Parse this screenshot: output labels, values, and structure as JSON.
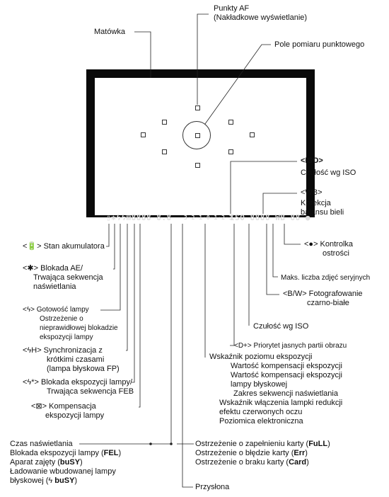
{
  "labels": {
    "af_points": [
      "Punkty AF",
      "(Nakładkowe wyświetlanie)"
    ],
    "focusing_screen": "Matówka",
    "spot_circle": "Pole pomiaru punktowego",
    "iso_symbol": "<ISO>",
    "iso_caption": "Czułość wg ISO",
    "wb_symbol": "<WB>",
    "wb_caption": [
      "Korekcja",
      "balansu bieli"
    ],
    "focus_confirm": [
      "<●> Kontrolka",
      "ostrości"
    ],
    "battery": "<🔋> Stan akumulatora",
    "ae_lock": [
      "<✱> Blokada AE/",
      "Trwająca sekwencja",
      "naświetlania"
    ],
    "flash_ready": [
      "<ϟ> Gotowość lampy",
      "Ostrzeżenie o",
      "nieprawidłowej blokadzie",
      "ekspozycji lampy"
    ],
    "hss": [
      "<ϟH> Synchronizacja z",
      "krótkimi czasami",
      "(lampa błyskowa FP)"
    ],
    "fe_lock": [
      "<ϟ*> Blokada ekspozycji lampy/",
      "Trwająca sekwencja FEB"
    ],
    "flash_comp": [
      "<⊠> Kompensacja",
      "ekspozycji lampy"
    ],
    "max_burst": "Maks. liczba zdjęć seryjnych",
    "monochrome": [
      "<B/W> Fotografowanie",
      "czarno-białe"
    ],
    "iso_speed": "Czułość wg ISO",
    "highlight_priority": "<D+> Priorytet jasnych partii obrazu",
    "exposure_level": [
      "Wskaźnik poziomu ekspozycji",
      "Wartość kompensacji ekspozycji",
      "Wartość kompensacji ekspozycji",
      "lampy błyskowej",
      "Zakres sekwencji naświetlania",
      "Wskaźnik włączenia lampki redukcji",
      "efektu czerwonych oczu",
      "Poziomica elektroniczna"
    ],
    "shutter": [
      "Czas naświetlania",
      "Blokada ekspozycji lampy (",
      "FEL",
      ")",
      "Aparat zajęty (",
      "buSY",
      ")",
      "Ładowanie wbudowanej lampy",
      "błyskowej (ϟ ",
      "buSY",
      ")"
    ],
    "card": [
      "Ostrzeżenie o zapełnieniu karty (",
      "FuLL",
      ")",
      "Ostrzeżenie o błędzie karty (",
      "Err",
      ")",
      "Ostrzeżenie o braku karty (",
      "Card",
      ")"
    ],
    "aperture": "Przysłona"
  },
  "lcd": {
    "left": "▯✱ϟϟ⊠8888 8.8",
    "scale": "3·2·1·0·1·2·3",
    "right": "ISO 8888 WB 88 ●"
  }
}
